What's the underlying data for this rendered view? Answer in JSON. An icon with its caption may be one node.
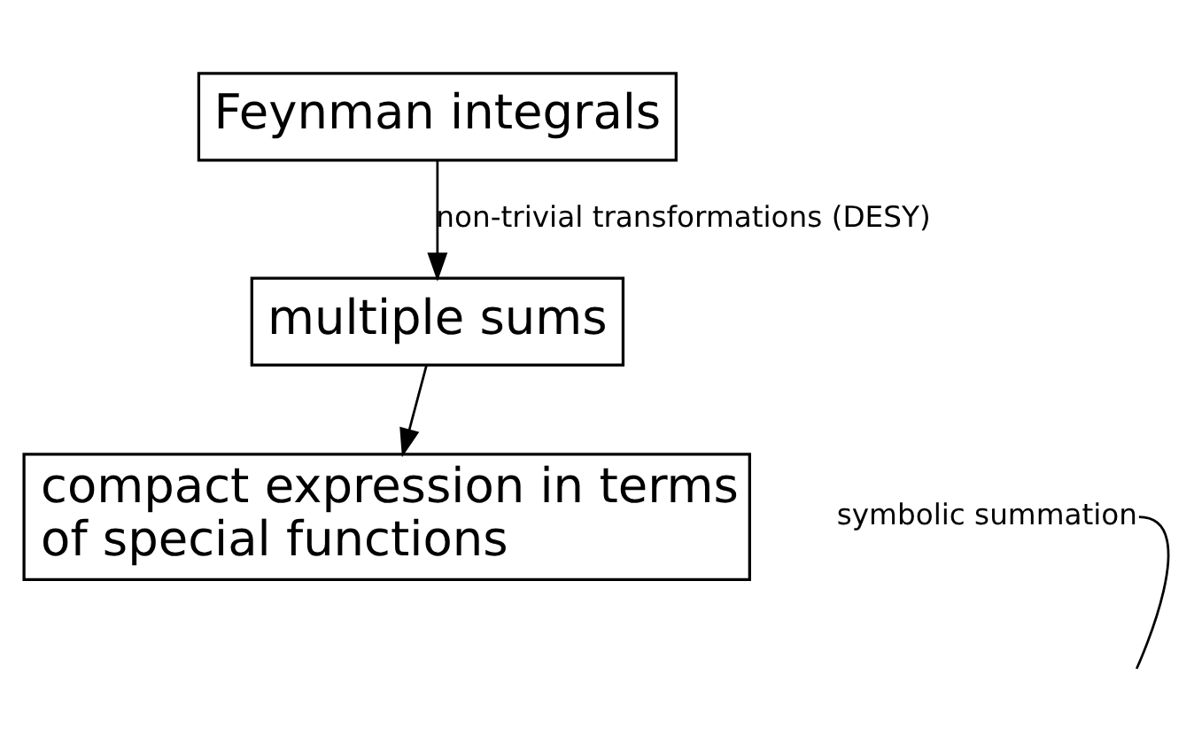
{
  "diagram": {
    "nodes": [
      {
        "text": [
          "Feynman integrals"
        ]
      },
      {
        "text": [
          "multiple sums"
        ]
      },
      {
        "text": [
          "compact expression in terms of special functions"
        ]
      },
      {
        "text": [
          "symbolic summation"
        ]
      }
    ],
    "edges": [
      {
        "from": 0,
        "to": 1,
        "arrow": "to",
        "label": "non-trivial transformations (DESY)"
      },
      {
        "from": 1,
        "to": 2,
        "arrow": "to"
      },
      {
        "from": 3,
        "to": null,
        "arrow": "none"
      }
    ]
  }
}
